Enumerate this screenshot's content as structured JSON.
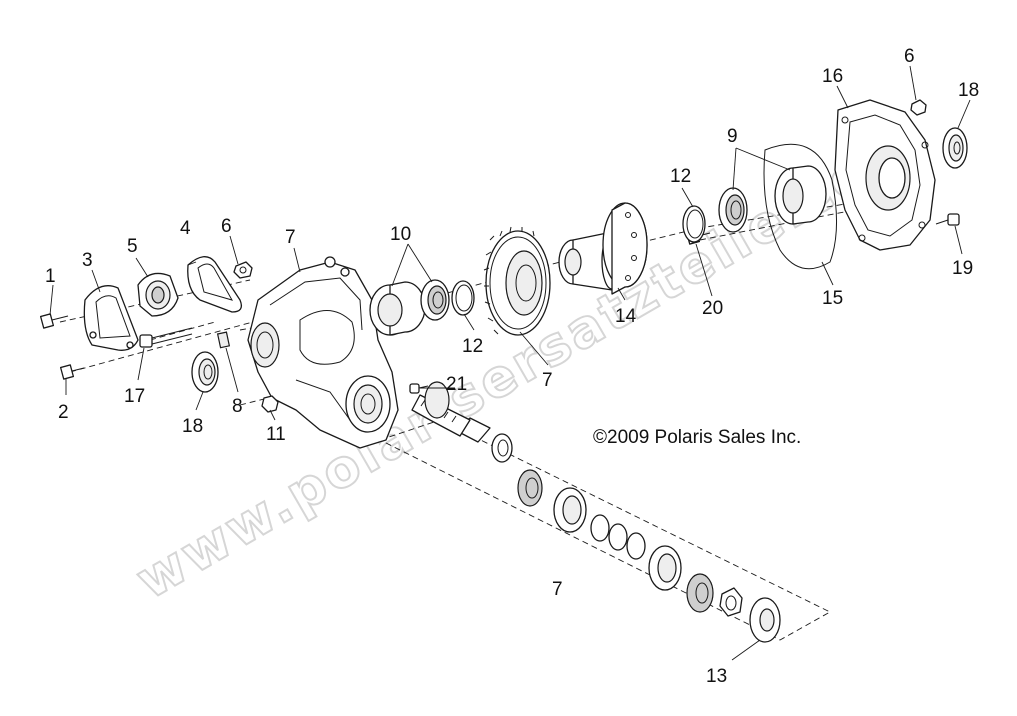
{
  "diagram": {
    "copyright": "©2009 Polaris Sales Inc.",
    "watermark": "www.polarisersatzteile.com",
    "callouts": {
      "c1": "1",
      "c2": "2",
      "c3": "3",
      "c4": "4",
      "c5": "5",
      "c6a": "6",
      "c6b": "6",
      "c7a": "7",
      "c7b": "7",
      "c7c": "7",
      "c8": "8",
      "c9": "9",
      "c10": "10",
      "c11": "11",
      "c12a": "12",
      "c12b": "12",
      "c13": "13",
      "c14": "14",
      "c15": "15",
      "c16": "16",
      "c17": "17",
      "c18a": "18",
      "c18b": "18",
      "c19": "19",
      "c20": "20",
      "c21": "21"
    }
  }
}
